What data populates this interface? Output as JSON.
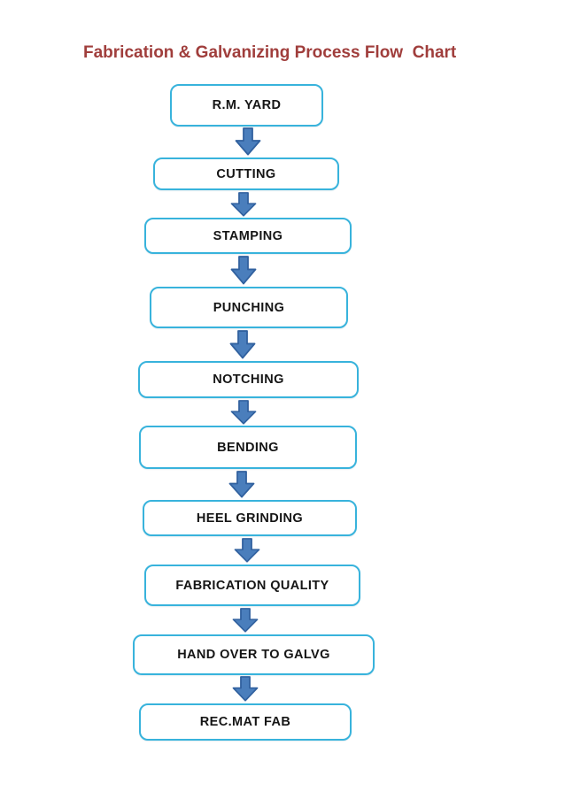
{
  "title": "Fabrication & Galvanizing Process Flow  Chart",
  "flow": {
    "direction": "top-to-bottom",
    "connector": "block-down-arrow",
    "steps": [
      {
        "label": "R.M. YARD"
      },
      {
        "label": "CUTTING"
      },
      {
        "label": "STAMPING"
      },
      {
        "label": "PUNCHING"
      },
      {
        "label": "NOTCHING"
      },
      {
        "label": "BENDING"
      },
      {
        "label": "HEEL GRINDING"
      },
      {
        "label": "FABRICATION QUALITY"
      },
      {
        "label": "HAND OVER TO GALVG"
      },
      {
        "label": "REC.MAT FAB"
      }
    ]
  },
  "colors": {
    "background": "#ffffff",
    "title_text": "#a03e3c",
    "box_border": "#38b3dc",
    "box_fill": "#ffffff",
    "box_text": "#151515",
    "arrow_fill": "#4a7ebc",
    "arrow_outline": "#31619f"
  }
}
